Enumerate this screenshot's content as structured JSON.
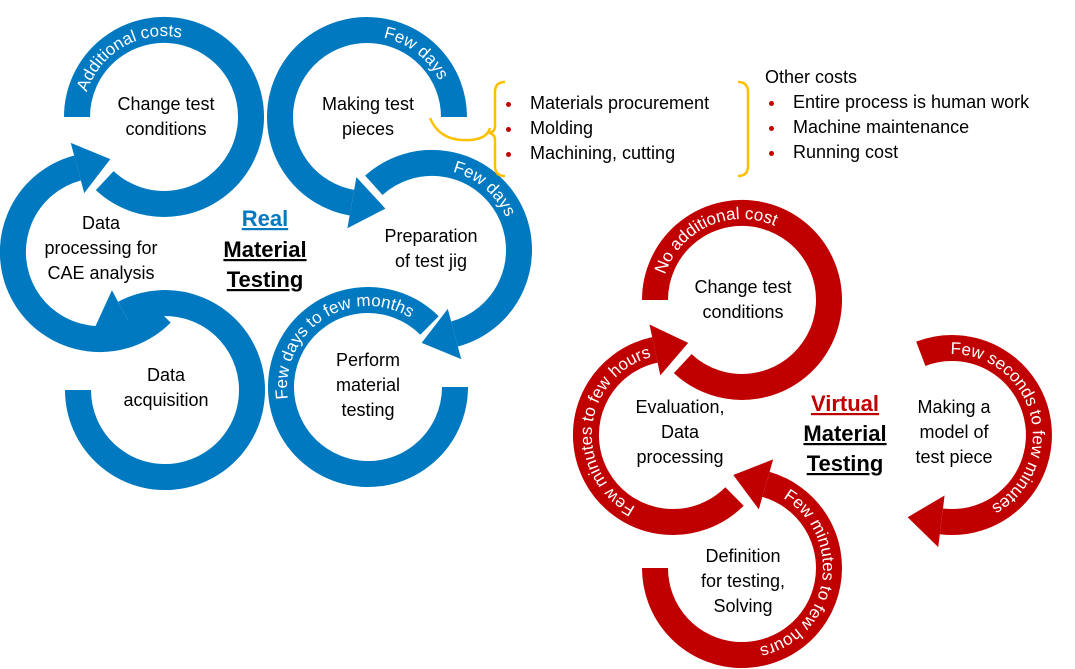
{
  "colors": {
    "real": "#0079C0",
    "virtual": "#C00000",
    "brace": "#FFC000",
    "bullet": "#C00000"
  },
  "real": {
    "title": [
      "Real",
      "Material",
      "Testing"
    ],
    "steps": [
      {
        "lines": [
          "Change test",
          "conditions"
        ],
        "ring_label": "Additional costs"
      },
      {
        "lines": [
          "Making test",
          "pieces"
        ],
        "ring_label": "Few days"
      },
      {
        "lines": [
          "Preparation",
          "of test jig"
        ],
        "ring_label": "Few days"
      },
      {
        "lines": [
          "Perform",
          "material",
          "testing"
        ],
        "ring_label": "Few days to few months"
      },
      {
        "lines": [
          "Data",
          "acquisition"
        ],
        "ring_label": ""
      },
      {
        "lines": [
          "Data",
          "processing for",
          "CAE analysis"
        ],
        "ring_label": ""
      }
    ]
  },
  "virtual": {
    "title": [
      "Virtual",
      "Material",
      "Testing"
    ],
    "steps": [
      {
        "lines": [
          "Change test",
          "conditions"
        ],
        "ring_label": "No additional cost"
      },
      {
        "lines": [
          "Evaluation,",
          "Data",
          "processing"
        ],
        "ring_label": "Few minutes to few hours"
      },
      {
        "lines": [
          "Making a",
          "model of",
          "test piece"
        ],
        "ring_label": "Few seconds to few minutes"
      },
      {
        "lines": [
          "Definition",
          "for testing,",
          "Solving"
        ],
        "ring_label": "Few minutes to few hours"
      }
    ]
  },
  "test_piece_steps": [
    "Materials procurement",
    "Molding",
    "Machining, cutting"
  ],
  "other_costs": {
    "title": "Other costs",
    "items": [
      "Entire process is human work",
      "Machine maintenance",
      "Running cost"
    ]
  }
}
